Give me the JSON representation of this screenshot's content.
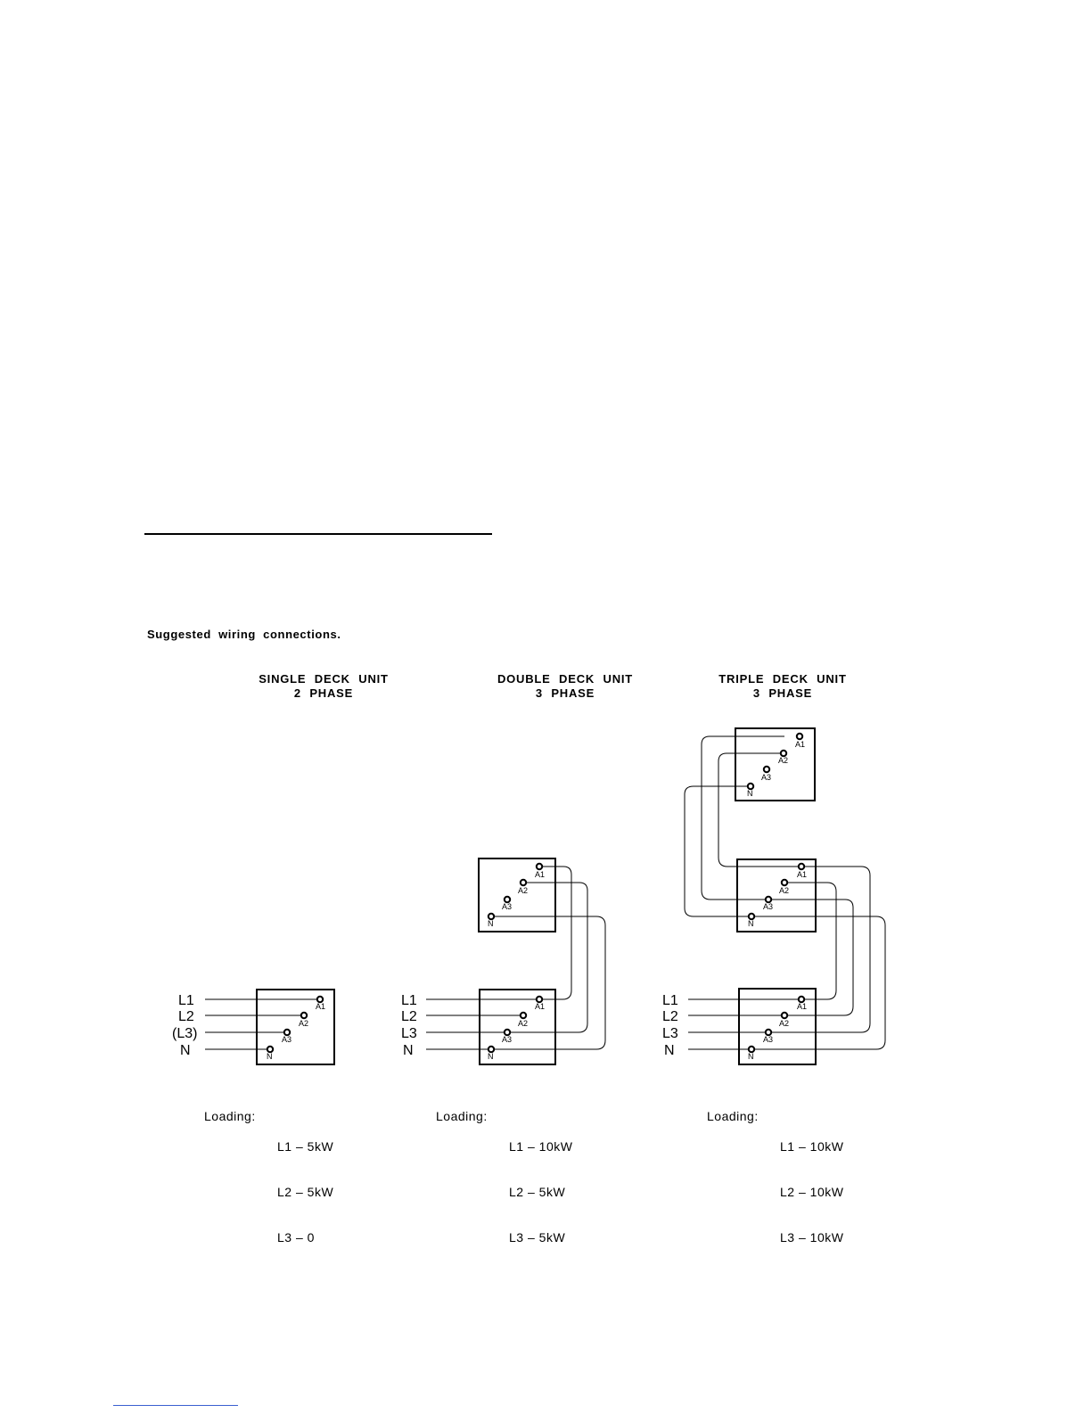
{
  "caption": "Suggested wiring connections.",
  "units": [
    {
      "title_line1": "SINGLE DECK UNIT",
      "title_line2": "2 PHASE",
      "supply_labels": [
        "L1",
        "L2",
        "(L3)",
        "N"
      ],
      "terminal_labels": [
        "A1",
        "A2",
        "A3",
        "N"
      ],
      "loading_label": "Loading:",
      "loading": [
        {
          "line": "L1",
          "value": "5kW"
        },
        {
          "line": "L2",
          "value": "5kW"
        },
        {
          "line": "L3",
          "value": "0"
        }
      ]
    },
    {
      "title_line1": "DOUBLE DECK UNIT",
      "title_line2": "3 PHASE",
      "supply_labels": [
        "L1",
        "L2",
        "L3",
        "N"
      ],
      "terminal_labels": [
        "A1",
        "A2",
        "A3",
        "N"
      ],
      "loading_label": "Loading:",
      "loading": [
        {
          "line": "L1",
          "value": "10kW"
        },
        {
          "line": "L2",
          "value": "5kW"
        },
        {
          "line": "L3",
          "value": "5kW"
        }
      ]
    },
    {
      "title_line1": "TRIPLE DECK UNIT",
      "title_line2": "3 PHASE",
      "supply_labels": [
        "L1",
        "L2",
        "L3",
        "N"
      ],
      "terminal_labels": [
        "A1",
        "A2",
        "A3",
        "N"
      ],
      "loading_label": "Loading:",
      "loading": [
        {
          "line": "L1",
          "value": "10kW"
        },
        {
          "line": "L2",
          "value": "10kW"
        },
        {
          "line": "L3",
          "value": "10kW"
        }
      ]
    }
  ],
  "colors": {
    "ink": "#000000",
    "link_underline": "#3a5fd0"
  }
}
